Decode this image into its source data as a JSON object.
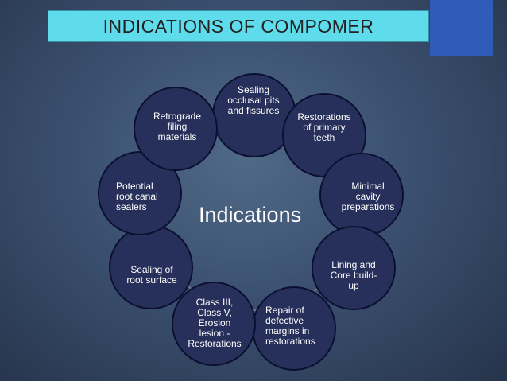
{
  "title": "INDICATIONS OF COMPOMER",
  "center": "Indications",
  "nodes": [
    {
      "label": "Sealing\nocclusal pits\nand fissures"
    },
    {
      "label": "Restorations\nof primary\nteeth"
    },
    {
      "label": "Minimal\ncavity\npreparations"
    },
    {
      "label": "Lining and\nCore build-\nup"
    },
    {
      "label": "Repair  of\ndefective\nmargins  in\nrestorations"
    },
    {
      "label": "Class III,\nClass V,\nErosion\nlesion -\nRestorations"
    },
    {
      "label": "Sealing of\nroot surface"
    },
    {
      "label": "Potential\nroot canal\nsealers"
    },
    {
      "label": "Retrograde\nfiling\nmaterials"
    }
  ],
  "colors": {
    "title_bg": "#5fdcec",
    "accent": "#2e5cb8",
    "node_fill": "#26305a",
    "background": "#3b5070"
  }
}
